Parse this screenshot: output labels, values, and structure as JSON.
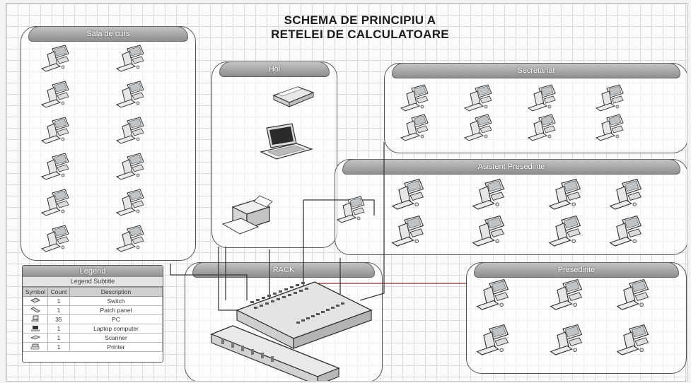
{
  "title": {
    "line1": "SCHEMA DE PRINCIPIU A",
    "line2": "RETELEI DE CALCULATOARE"
  },
  "rooms": {
    "sala": "Sala de curs",
    "hol": "Hol",
    "secretariat": "Secretariat",
    "asistent": "Asistent Presedinte",
    "rack": "RACK",
    "presedinte": "Presedinte"
  },
  "legend": {
    "title": "Legend",
    "subtitle": "Legend Subtitle",
    "headers": [
      "Symbol",
      "Count",
      "Description"
    ],
    "rows": [
      {
        "icon": "switch-icon",
        "count": "1",
        "description": "Switch"
      },
      {
        "icon": "patch-panel-icon",
        "count": "1",
        "description": "Patch panel"
      },
      {
        "icon": "pc-icon",
        "count": "35",
        "description": "PC"
      },
      {
        "icon": "laptop-icon",
        "count": "1",
        "description": "Laptop computer"
      },
      {
        "icon": "scanner-icon",
        "count": "1",
        "description": "Scanner"
      },
      {
        "icon": "printer-icon",
        "count": "1",
        "description": "Printer"
      }
    ]
  },
  "colors": {
    "cable": "#3a3a3a",
    "cable_accent": "#9a2a2a",
    "room_header": "#9a9a9a",
    "grid": "#d9d9d9"
  }
}
